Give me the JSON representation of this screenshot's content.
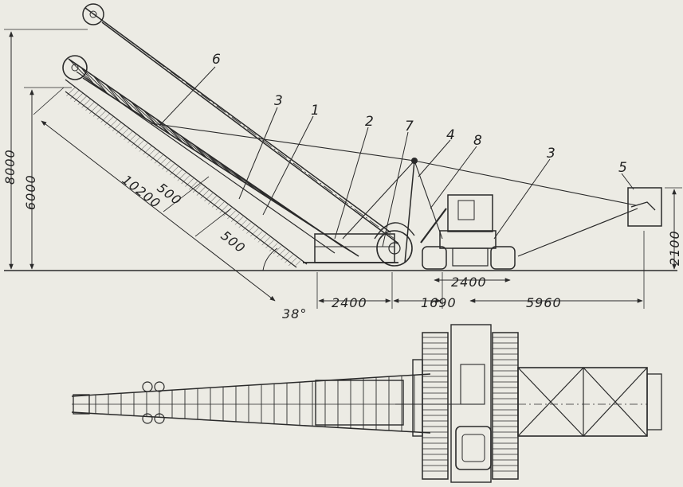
{
  "diagram": {
    "callouts": [
      "6",
      "3",
      "1",
      "2",
      "7",
      "4",
      "8",
      "3",
      "5"
    ],
    "dimensions": {
      "height_total": "8000",
      "height_boom": "6000",
      "boom_length": "10200",
      "step_a": "500",
      "step_b": "500",
      "angle": "38°",
      "len_base": "2400",
      "len_gap": "1690",
      "len_track": "2400",
      "len_reach": "5960",
      "height_bucket": "2100"
    }
  }
}
